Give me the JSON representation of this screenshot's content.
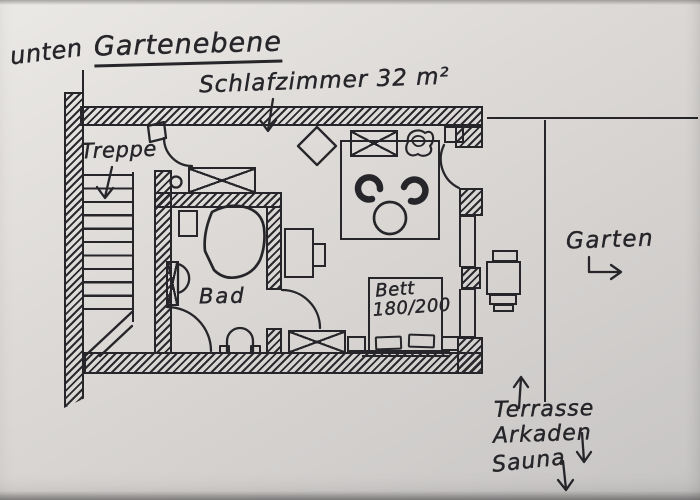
{
  "header": {
    "level_note": "unten",
    "title": "Gartenebene"
  },
  "rooms": {
    "bedroom": {
      "name": "Schlafzimmer",
      "area": "32 m²"
    },
    "stairs": {
      "name": "Treppe"
    },
    "bathroom": {
      "name": "Bad"
    }
  },
  "furniture": {
    "bed": {
      "name": "Bett",
      "size": "180/200"
    }
  },
  "outdoor": {
    "garden": {
      "name": "Garten"
    },
    "terrace": {
      "name": "Terrasse"
    },
    "arcades": {
      "name": "Arkaden"
    },
    "sauna": {
      "name": "Sauna"
    }
  },
  "colors": {
    "paper": "#d8d5d3",
    "ink": "#26262a"
  }
}
